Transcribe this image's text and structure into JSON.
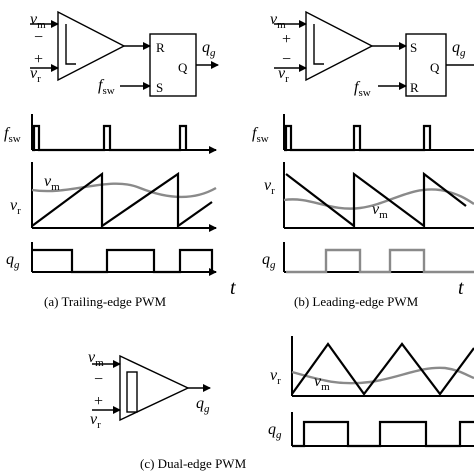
{
  "panels": {
    "trailing": {
      "caption": "(a) Trailing-edge PWM",
      "comparator": {
        "inputs": [
          "v",
          "m",
          "−",
          "+",
          "v",
          "r"
        ]
      },
      "latch": {
        "pins": [
          "R",
          "Q",
          "S"
        ],
        "clock": [
          "f",
          "sw"
        ],
        "output": [
          "q",
          "g"
        ]
      },
      "signals": {
        "clock": [
          "f",
          "sw"
        ],
        "ramp": [
          "v",
          "r"
        ],
        "mod": [
          "v",
          "m"
        ],
        "out": [
          "q",
          "g"
        ],
        "time": "t"
      }
    },
    "leading": {
      "caption": "(b) Leading-edge PWM",
      "comparator": {
        "inputs": [
          "v",
          "m",
          "+",
          "−",
          "v",
          "r"
        ]
      },
      "latch": {
        "pins": [
          "S",
          "Q",
          "R"
        ],
        "clock": [
          "f",
          "sw"
        ],
        "output": [
          "q",
          "g"
        ]
      },
      "signals": {
        "clock": [
          "f",
          "sw"
        ],
        "ramp": [
          "v",
          "r"
        ],
        "mod": [
          "v",
          "m"
        ],
        "out": [
          "q",
          "g"
        ],
        "time": "t"
      }
    },
    "dual": {
      "caption": "(c) Dual-edge PWM",
      "comparator": {
        "inputs": [
          "v",
          "m",
          "−",
          "+",
          "v",
          "r"
        ],
        "output": [
          "q",
          "g"
        ]
      },
      "signals": {
        "ramp": [
          "v",
          "r"
        ],
        "mod": [
          "v",
          "m"
        ],
        "out": [
          "q",
          "g"
        ]
      }
    }
  },
  "colors": {
    "ink": "#000000",
    "modulating": "#8a8a8a"
  },
  "waveforms": {
    "trailing": {
      "carrier": "sawtooth-rising-reset",
      "pulses": "high-at-period-start"
    },
    "leading": {
      "carrier": "sawtooth-falling-reset",
      "pulses": "high-at-period-end"
    },
    "dual": {
      "carrier": "triangle",
      "pulses": "centered"
    }
  }
}
